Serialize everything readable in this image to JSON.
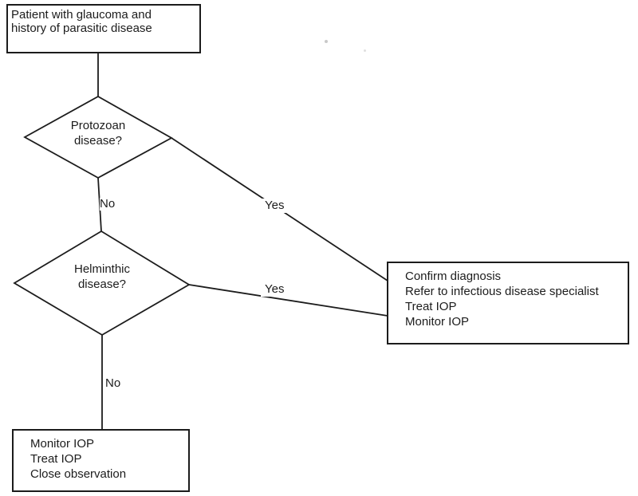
{
  "flowchart": {
    "nodes": {
      "start": {
        "type": "process",
        "lines": [
          "Patient with glaucoma and",
          "history of parasitic disease"
        ]
      },
      "protozoan_decision": {
        "type": "decision",
        "lines": [
          "Protozoan",
          "disease?"
        ]
      },
      "helminthic_decision": {
        "type": "decision",
        "lines": [
          "Helminthic",
          "disease?"
        ]
      },
      "treat_outcome": {
        "type": "process",
        "lines": [
          "Confirm diagnosis",
          "Refer to infectious disease specialist",
          "Treat IOP",
          "Monitor IOP"
        ]
      },
      "monitor_outcome": {
        "type": "process",
        "lines": [
          "Monitor IOP",
          "Treat IOP",
          "Close observation"
        ]
      }
    },
    "edge_labels": {
      "protozoan_yes": "Yes",
      "protozoan_no": "No",
      "helminthic_yes": "Yes",
      "helminthic_no": "No"
    },
    "colors": {
      "ink": "#1c1c1c",
      "background": "#ffffff"
    }
  }
}
